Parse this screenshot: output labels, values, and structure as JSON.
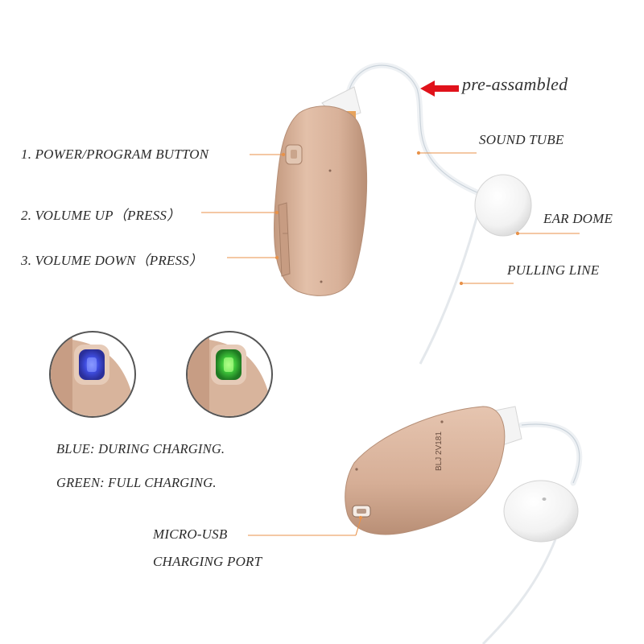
{
  "callouts": {
    "pre_assembled": "pre-assambled",
    "sound_tube": "SOUND TUBE",
    "ear_dome": "EAR DOME",
    "pulling_line": "PULLING LINE",
    "power_button": "1. POWER/PROGRAM  BUTTON",
    "volume_up": "2. VOLUME UP（PRESS）",
    "volume_down": "3. VOLUME DOWN（PRESS）",
    "micro_usb_line1": "MICRO-USB",
    "micro_usb_line2": "CHARGING PORT"
  },
  "led_states": {
    "blue": "BLUE: DURING CHARGING.",
    "green": "GREEN: FULL CHARGING."
  },
  "device_text": "BLJ 2V181",
  "colors": {
    "body": "#dcb7a0",
    "leader": "#e8924a",
    "arrow": "#e0121b",
    "led_blue": "#3f4de0",
    "led_green": "#3ec63a"
  }
}
